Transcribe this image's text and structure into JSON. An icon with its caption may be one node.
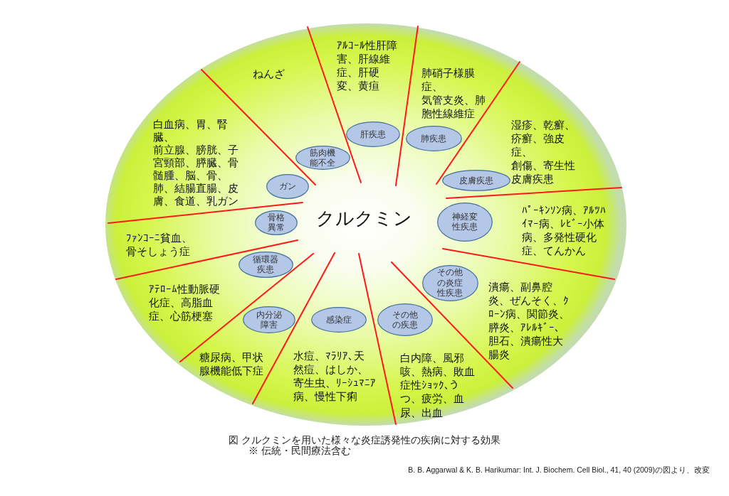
{
  "diagram": {
    "caption": "図 クルクミンを用いた様々な炎症誘発性の疾病に対する効果",
    "nodes": [
      {
        "text": [
          "クルクミン"
        ]
      },
      {
        "text": [
          "肝疾患"
        ],
        "in": 0,
        "beside": [
          "ｱﾙｺｰﾙ性肝障害、肝線維症、肝硬変、黄疸"
        ]
      },
      {
        "text": [
          "肺疾患"
        ],
        "in": 0,
        "beside": [
          "肺硝子様膜症、",
          "気管支炎、肺胞性線維症"
        ]
      },
      {
        "text": [
          "筋肉機能不全"
        ],
        "in": 0
      },
      {
        "text": [
          "皮膚疾患"
        ],
        "in": 0,
        "beside": [
          "湿疹、乾癬、疥癬、強皮症、",
          "創傷、寄生性皮膚疾患"
        ]
      },
      {
        "text": [
          "ガン"
        ],
        "in": 0,
        "beside": [
          "白血病、胃、腎臓、",
          "前立腺、膀胱、子宮頸部、膵臓、骨髄腫、脳、骨、肺、結腸直腸、皮膚、食道、乳ガン"
        ]
      },
      {
        "text": [
          "骨格異常"
        ],
        "in": 0
      },
      {
        "text": [
          "神経変性疾患"
        ],
        "in": 0,
        "beside": [
          "ﾊﾟｰｷﾝｿﾝ病、ｱﾙﾂﾊｲﾏｰ病、ﾚﾋﾞｰ小体病、多発性硬化症、てんかん"
        ]
      },
      {
        "text": [
          "循環器疾患"
        ],
        "in": 0,
        "beside": [
          "ｱﾃﾛｰﾑ性動脈硬化症、高脂血症、心筋梗塞"
        ]
      },
      {
        "text": [
          "その他の炎症性疾患"
        ],
        "in": 0,
        "beside": [
          "潰瘍、副鼻腔炎、ぜんそく、ｸﾛｰﾝ病、関節炎、膵炎、ｱﾚﾙｷﾞｰ、胆石、潰瘍性大腸炎"
        ]
      },
      {
        "text": [
          "内分泌障害"
        ],
        "in": 0,
        "beside": [
          "糖尿病、甲状腺機能低下症"
        ]
      },
      {
        "text": [
          "感染症"
        ],
        "in": 0,
        "beside": [
          "水痘、ﾏﾗﾘｱ、天然痘、はしか、寄生虫、ﾘｰｼｭﾏﾆｱ病、慢性下痢"
        ]
      },
      {
        "text": [
          "その他の疾患"
        ],
        "in": 0,
        "beside": [
          "白内障、風邪咳、熱病、敗血症性ｼｮｯｸ、うつ、疲労、血尿、出血"
        ]
      }
    ],
    "labels": [
      "ねんざ",
      "ﾌｧﾝｺｰﾆ貧血、骨そしょう症",
      "※ 伝統・民間療法含む",
      "B. B. Aggarwal & K. B. Harikumar: Int. J. Biochem. Cell Biol., 41, 40 (2009)の図より、改変"
    ]
  }
}
